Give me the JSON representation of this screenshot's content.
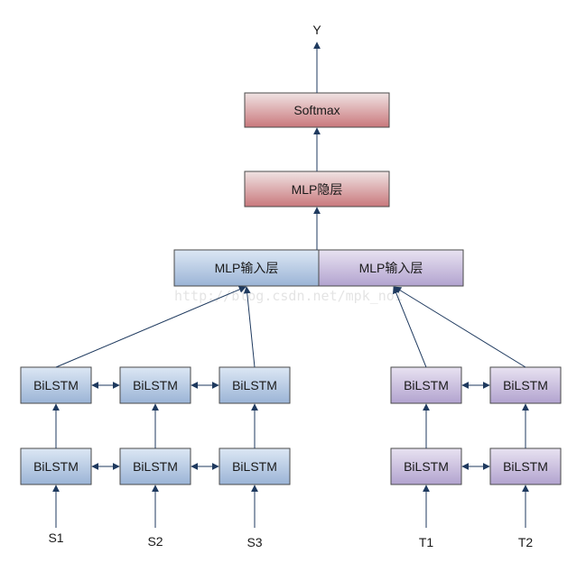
{
  "diagram": {
    "output_label": "Y",
    "softmax_label": "Softmax",
    "mlp_hidden_label": "MLP隐层",
    "mlp_input_left_label": "MLP输入层",
    "mlp_input_right_label": "MLP输入层",
    "watermark": "http://blog.csdn.net/mpk_no1",
    "bilstm_label": "BiLSTM",
    "source_inputs": [
      "S1",
      "S2",
      "S3"
    ],
    "target_inputs": [
      "T1",
      "T2"
    ],
    "colors": {
      "blue_fill_top": "#dbe6f3",
      "blue_fill_bottom": "#9ab4d6",
      "purple_fill_top": "#e6e0f0",
      "purple_fill_bottom": "#b3a4cf",
      "red_fill_top": "#efe1e1",
      "red_fill_bottom": "#c97a7e",
      "border": "#4a4a4a",
      "arrow": "#1f3a5f"
    }
  }
}
